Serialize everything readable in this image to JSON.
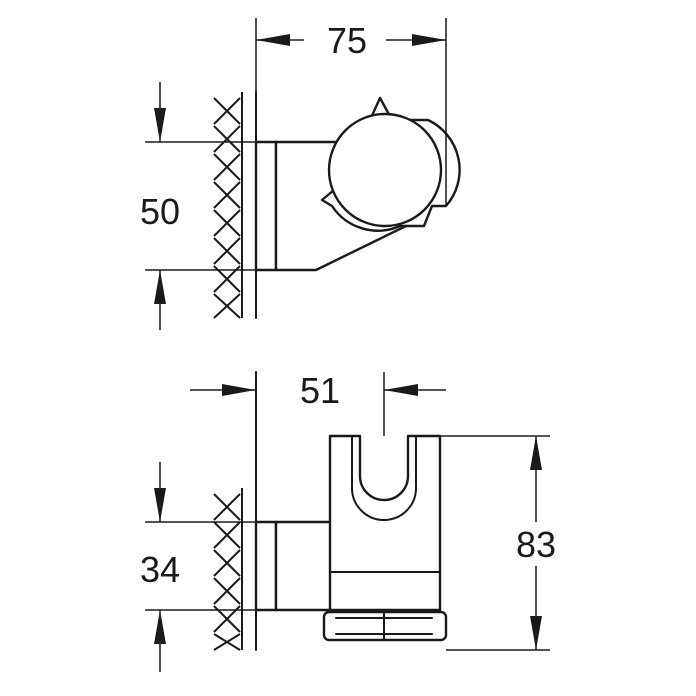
{
  "dimensions": {
    "width": "75",
    "height_top": "50",
    "offset": "51",
    "height_bottom": "34",
    "total_height": "83"
  }
}
